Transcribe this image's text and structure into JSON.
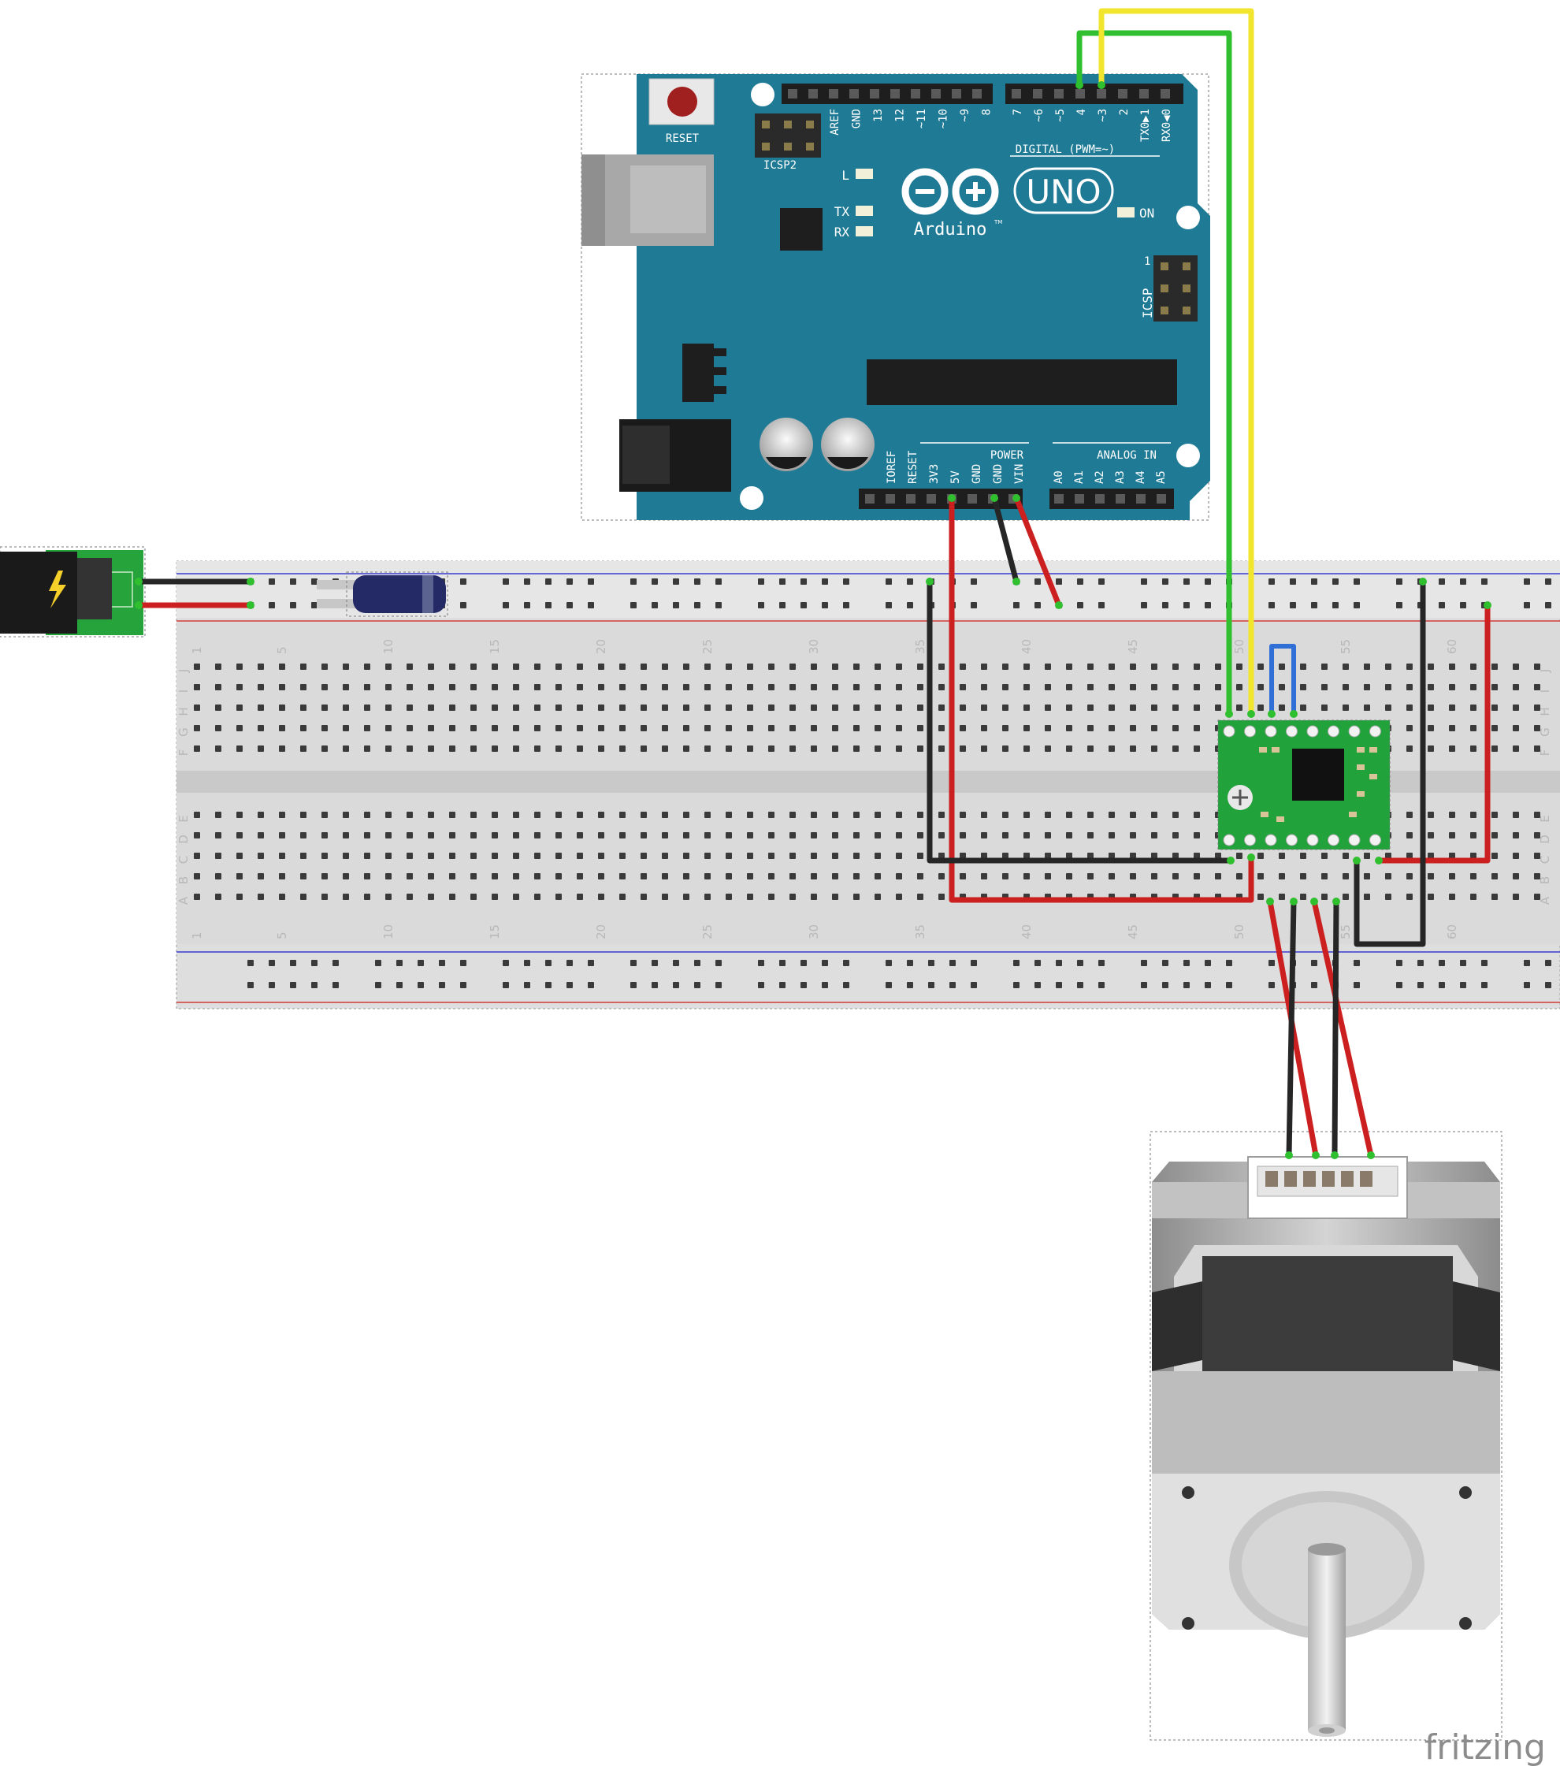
{
  "arduino": {
    "reset_label": "RESET",
    "icsp2_label": "ICSP2",
    "icsp_label": "ICSP",
    "icsp_pin1": "1",
    "digital_label": "DIGITAL (PWM=~)",
    "led_l": "L",
    "led_tx": "TX",
    "led_rx": "RX",
    "led_on": "ON",
    "model": "UNO",
    "brand": "Arduino",
    "tm": "TM",
    "power_label": "POWER",
    "analog_label": "ANALOG IN",
    "digital_pins_left": [
      "AREF",
      "GND",
      "13",
      "12",
      "~11",
      "~10",
      "~9",
      "8"
    ],
    "digital_pins_right": [
      "7",
      "~6",
      "~5",
      "4",
      "~3",
      "2",
      "TX0▶1",
      "RX0◀0"
    ],
    "power_pins": [
      "IOREF",
      "RESET",
      "3V3",
      "5V",
      "GND",
      "GND",
      "VIN"
    ],
    "analog_pins": [
      "A0",
      "A1",
      "A2",
      "A3",
      "A4",
      "A5"
    ]
  },
  "breadboard": {
    "column_numbers": [
      "1",
      "5",
      "10",
      "15",
      "20",
      "25",
      "30",
      "35",
      "40",
      "45",
      "50",
      "55",
      "60"
    ],
    "row_letters_top": [
      "J",
      "I",
      "H",
      "G",
      "F"
    ],
    "row_letters_bottom": [
      "E",
      "D",
      "C",
      "B",
      "A"
    ]
  },
  "colors": {
    "pcb": "#1f7a95",
    "wire_red": "#cc1f1f",
    "wire_black": "#262626",
    "wire_green": "#2fbf2f",
    "wire_yellow": "#f2e52e",
    "wire_blue": "#2f6fd6",
    "driver_pcb": "#22a23a"
  },
  "watermark": "fritzing"
}
